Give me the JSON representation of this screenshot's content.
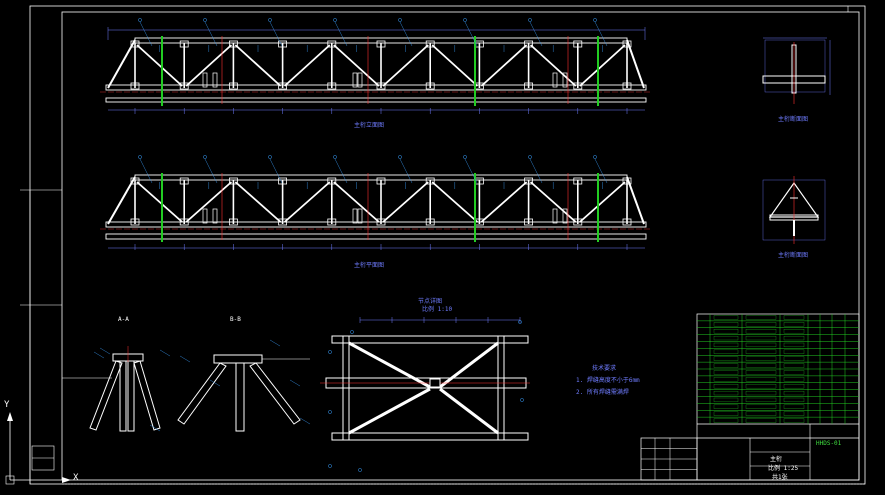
{
  "colors": {
    "background": "#000000",
    "frame": "#ffffff",
    "member": "#ffffff",
    "dimension": "#6f7cff",
    "centerline": "#ff3030",
    "stiffener": "#22cc22",
    "leader": "#3aa0ff",
    "title_block": "#22cc22",
    "note": "#5a64ff",
    "magenta": "#ff40ff"
  },
  "views": {
    "elevation_caption": "主桁立面图",
    "plan_caption": "主桁平面图",
    "section_a_caption": "主桁断面图",
    "section_b_caption": "主桁断面图",
    "node_a_caption": "A-A",
    "node_b_caption": "B-B",
    "detail_caption": "节点详图",
    "detail_subcaption": "比例 1:10"
  },
  "notes": {
    "heading": "技术要求",
    "line1": "1. 焊缝高度不小于6mm",
    "line2": "2. 所有焊缝需满焊"
  },
  "title_block": {
    "drawing_no": "HHDS-01",
    "drawing_name": "主桁",
    "scale_text": "比例 1:25",
    "sheet_text": "共1张"
  },
  "ucs": {
    "x_label": "X",
    "y_label": "Y"
  }
}
